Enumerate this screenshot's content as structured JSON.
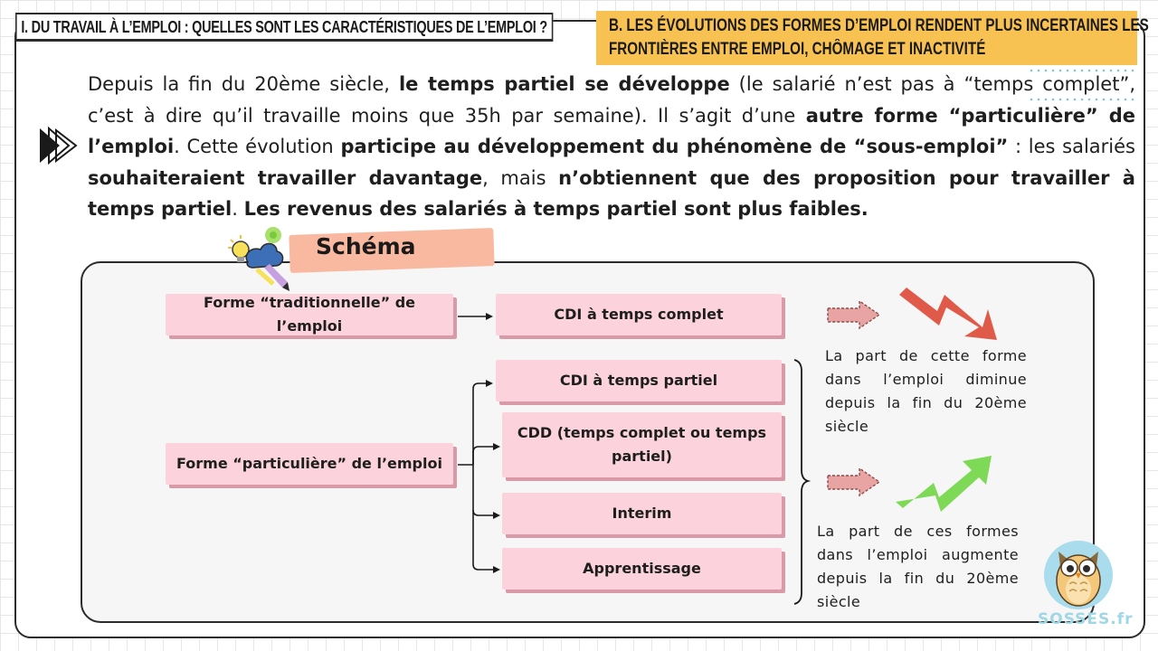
{
  "header": {
    "section_title": "I. DU TRAVAIL À L’EMPLOI : QUELLES SONT LES CARACTÉRISTIQUES DE L’EMPLOI ?",
    "subsection_line1": "B. LES ÉVOLUTIONS DES FORMES D’EMPLOI RENDENT PLUS INCERTAINES LES",
    "subsection_line2": "FRONTIÈRES ENTRE EMPLOI, CHÔMAGE ET INACTIVITÉ"
  },
  "paragraph": {
    "p1": "Depuis la fin du 20ème siècle, ",
    "p2": "le temps partiel se développe",
    "p3": " (le salarié n’est pas à “temps complet”, c’est à dire qu’il travaille moins que 35h par semaine). Il s’agit d’une ",
    "p4": "autre forme “particulière” de l’emploi",
    "p5": ". Cette évolution ",
    "p6": "participe au développement du phénomène de “sous-emploi”",
    "p7": " : les salariés ",
    "p8": "souhaiteraient travailler davantage",
    "p9": ", mais ",
    "p10": "n’obtiennent que des proposition pour travailler à temps partiel",
    "p11": ". ",
    "p12": "Les revenus des salariés à temps partiel sont plus faibles."
  },
  "schema": {
    "title": "Schéma",
    "node_traditional": "Forme “traditionnelle” de l’emploi",
    "node_cdi_full": "CDI à temps complet",
    "node_particular": "Forme “particulière” de l’emploi",
    "node_cdi_part": "CDI à temps partiel",
    "node_cdd": "CDD (temps complet ou temps partiel)",
    "node_interim": "Interim",
    "node_apprentissage": "Apprentissage",
    "text_decrease": "La part de cette forme dans l’emploi diminue depuis la fin du 20ème siècle",
    "text_increase": "La part de ces formes dans l’emploi augmente depuis la fin du 20ème siècle"
  },
  "logo": {
    "text": "SOSSES.fr"
  },
  "colors": {
    "header_yellow": "#f8c252",
    "node_pink": "#fcd3dc",
    "trend_down": "#e05a4a",
    "trend_up": "#7ed957"
  }
}
